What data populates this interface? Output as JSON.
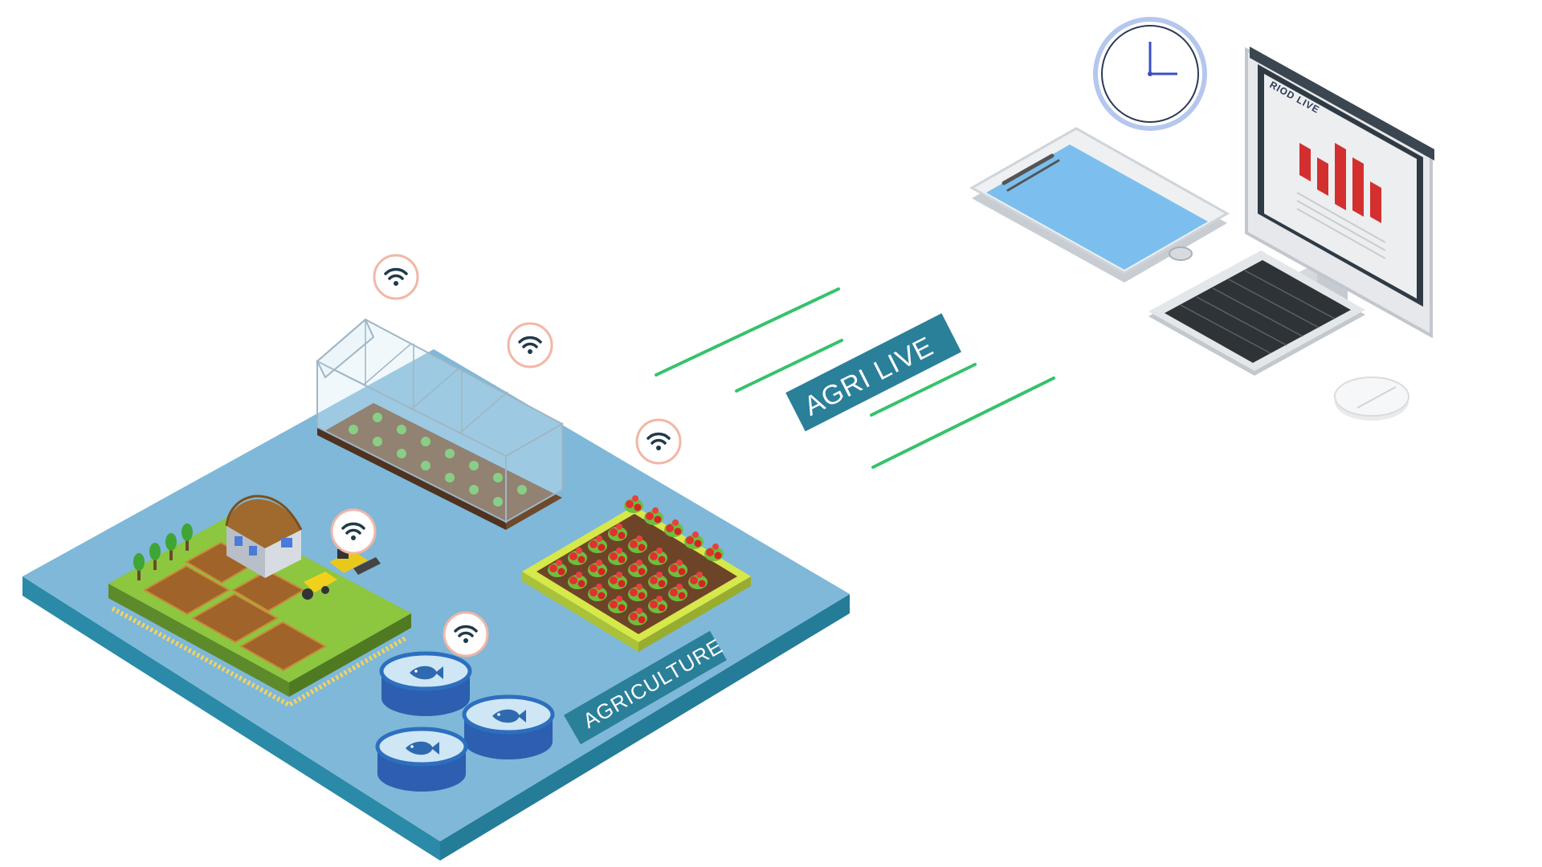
{
  "labels": {
    "agri_live": "AGRI  LIVE",
    "agriculture": "AGRICULTURE",
    "monitor_screen_title": "RIOD LIVE"
  },
  "colors": {
    "platform_top": "#7fb8d8",
    "platform_side": "#2a8aa8",
    "label_bg": "#2a7f99",
    "signal_line": "#35c26b",
    "grass": "#8dc63f",
    "soil": "#8b5a2b",
    "tomato": "#e02b2b",
    "pond": "#2d6fbf",
    "tablet_screen": "#7cbfee",
    "chart_bar": "#d32f2f"
  },
  "icons": {
    "sensor": "wifi-icon",
    "clock": "clock-icon",
    "fish": "fish-icon",
    "monitor": "monitor-icon",
    "tablet": "tablet-icon",
    "keyboard": "keyboard-icon",
    "mouse": "mouse-icon"
  }
}
